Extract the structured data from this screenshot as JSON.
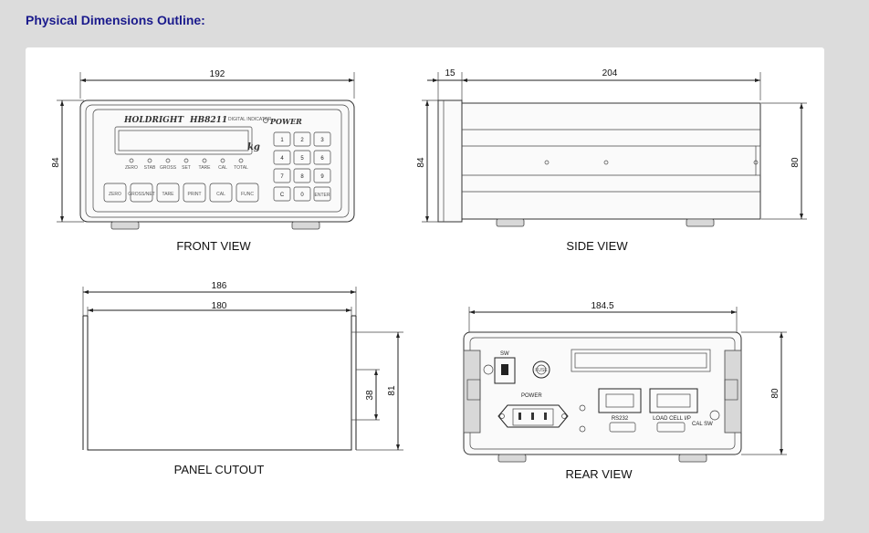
{
  "heading": "Physical Dimensions Outline:",
  "views": {
    "front": {
      "caption": "FRONT VIEW",
      "width": "192",
      "height": "84",
      "brand": "HOLDRIGHT",
      "model": "HB8211",
      "model_sub": "DIGITAL INDICATOR",
      "power_label": "POWER",
      "unit": "kg",
      "leds": [
        "ZERO",
        "STAB",
        "GROSS",
        "SET",
        "TARE",
        "CAL",
        "TOTAL"
      ],
      "buttons": [
        "ZERO",
        "GROSS/NET",
        "TARE",
        "PRINT",
        "CAL",
        "FUNC"
      ],
      "keypad": [
        "1",
        "2",
        "3",
        "4",
        "5",
        "6",
        "7",
        "8",
        "9",
        "C",
        "0",
        "ENTER"
      ]
    },
    "side": {
      "caption": "SIDE VIEW",
      "depth_small": "15",
      "depth": "204",
      "height_left": "84",
      "height_right": "80"
    },
    "cutout": {
      "caption": "PANEL CUTOUT",
      "outer_width": "186",
      "inner_width": "180",
      "inner_height": "38",
      "outer_height": "81"
    },
    "rear": {
      "caption": "REAR VIEW",
      "width": "184.5",
      "height": "80",
      "sw_label": "SW",
      "fuse_label": "FUSE",
      "power_label": "POWER",
      "rs232_label": "RS232",
      "loadcell_label": "LOAD CELL I/P",
      "calsw_label": "CAL SW"
    }
  }
}
